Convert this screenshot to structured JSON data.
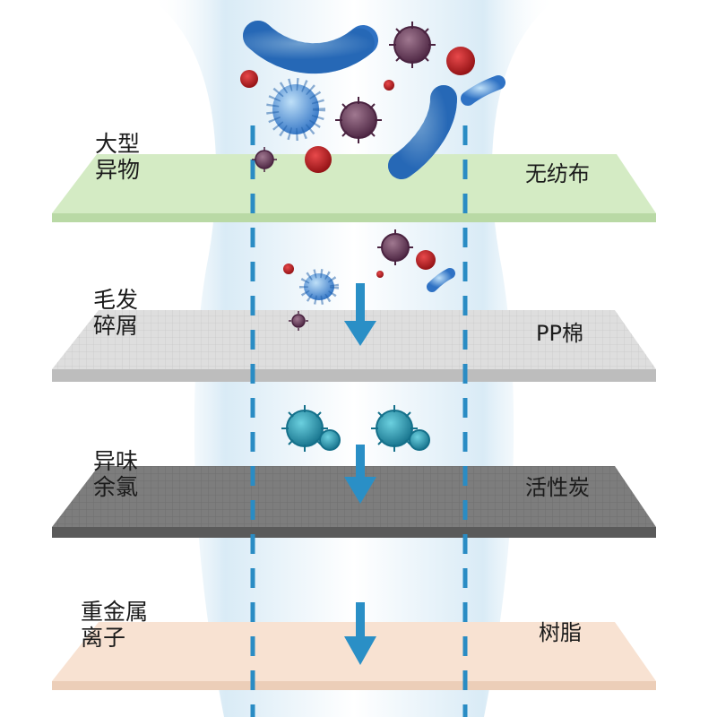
{
  "layers": [
    {
      "contaminant_lines": [
        "大型",
        "异物"
      ],
      "filter_name": "无纺布",
      "color": "#d4ebc4"
    },
    {
      "contaminant_lines": [
        "毛发",
        "碎屑"
      ],
      "filter_name": "PP棉",
      "color": "#dedede"
    },
    {
      "contaminant_lines": [
        "异味",
        "余氯"
      ],
      "filter_name": "活性炭",
      "color": "#7d7d7d"
    },
    {
      "contaminant_lines": [
        "重金属",
        "离子"
      ],
      "filter_name": "树脂",
      "color": "#f8e2d2"
    }
  ],
  "colors": {
    "flow_beam": "#cfe5f3",
    "dashed_guide": "#2a8cc4",
    "arrow": "#2a8fc6",
    "bacteria": "#3d7fd1",
    "red_particle": "#b81a1c",
    "purple_virus": "#6a3a5a",
    "teal_virus": "#1e8aa7"
  },
  "icons": [
    "bacteria-icon",
    "virus-icon",
    "particle-icon",
    "down-arrow-icon"
  ]
}
